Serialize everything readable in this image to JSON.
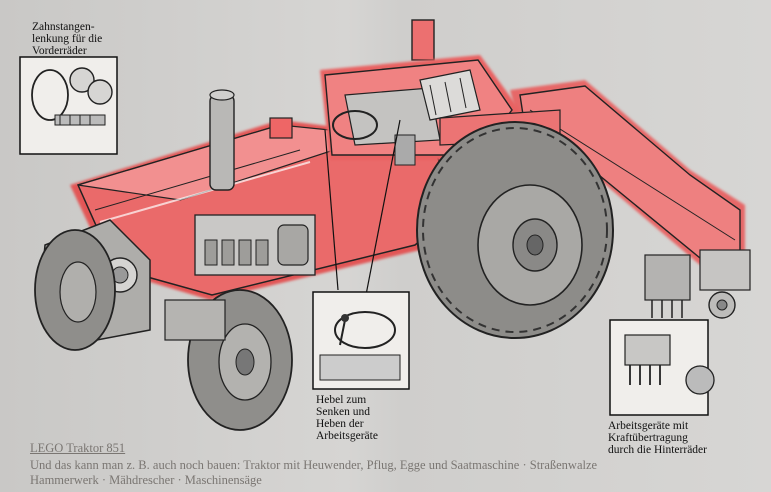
{
  "callouts": {
    "steering": [
      "Zahnstangen-",
      "lenkung für die",
      "Vorderräder"
    ],
    "lever": [
      "Hebel zum",
      "Senken und",
      "Heben der",
      "Arbeitsgeräte"
    ],
    "pto": [
      "Arbeitsgeräte mit",
      "Kraftübertragung",
      "durch die Hinterräder"
    ]
  },
  "caption": {
    "title": "LEGO Traktor 851",
    "line1": "Und das kann man z. B. auch noch bauen: Traktor mit Heuwender, Pflug, Egge und Saatmaschine · Straßenwalze",
    "line2": "Hammerwerk · Mähdrescher · Maschinensäge"
  },
  "colors": {
    "tractor_red": "#e45a5a",
    "tractor_red_light": "#f08a8a",
    "tire_gray": "#9a9996",
    "line": "#1a1a1a",
    "caption_text": "#7a7672",
    "background": "#d3d2d0"
  }
}
